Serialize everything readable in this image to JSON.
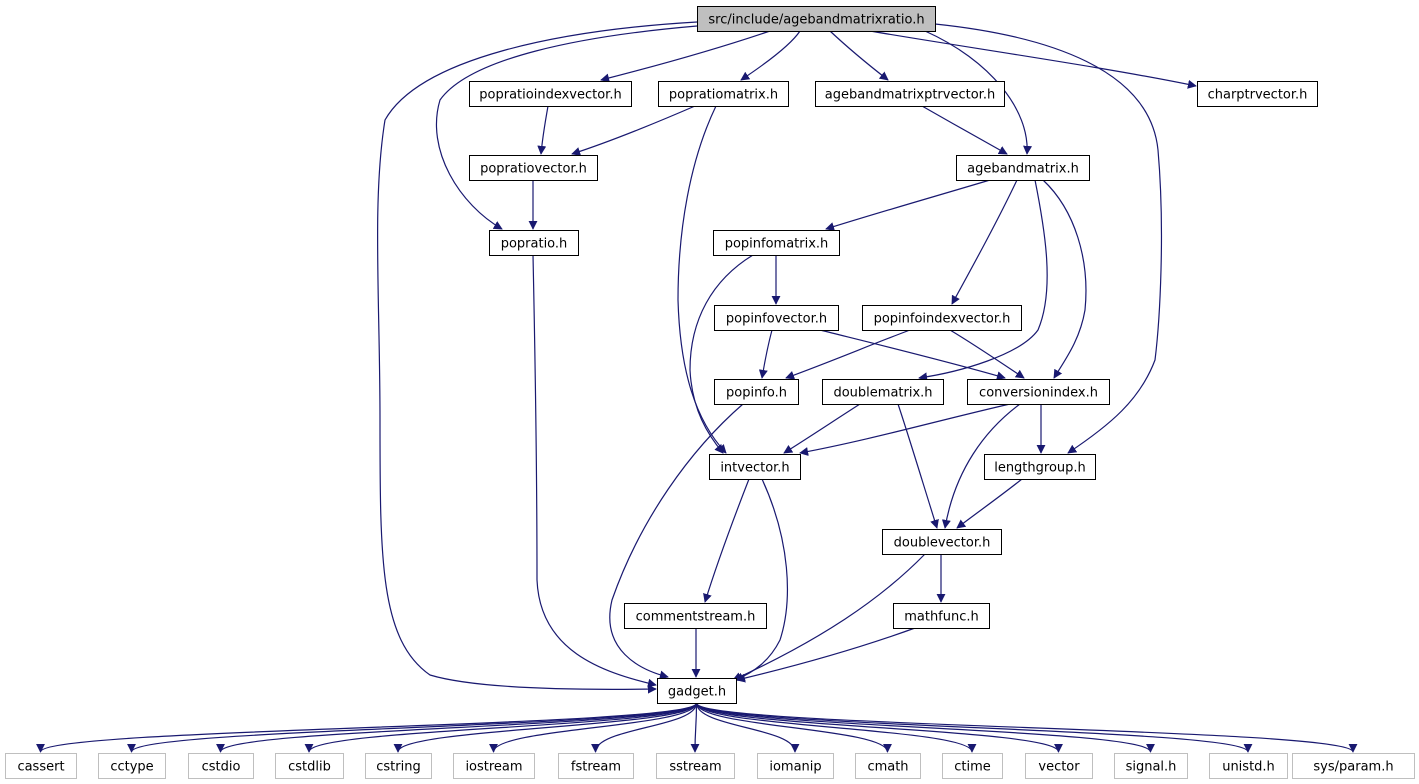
{
  "diagram": {
    "root": {
      "id": "root",
      "label": "src/include/agebandmatrixratio.h",
      "style": "root"
    },
    "nodes": [
      {
        "id": "popratioindexvector",
        "label": "popratioindexvector.h",
        "style": "normal"
      },
      {
        "id": "popratiomatrix",
        "label": "popratiomatrix.h",
        "style": "normal"
      },
      {
        "id": "agebandmatrixptrvector",
        "label": "agebandmatrixptrvector.h",
        "style": "normal"
      },
      {
        "id": "charptrvector",
        "label": "charptrvector.h",
        "style": "normal"
      },
      {
        "id": "popratiovector",
        "label": "popratiovector.h",
        "style": "normal"
      },
      {
        "id": "agebandmatrix",
        "label": "agebandmatrix.h",
        "style": "normal"
      },
      {
        "id": "popratio",
        "label": "popratio.h",
        "style": "normal"
      },
      {
        "id": "popinfomatrix",
        "label": "popinfomatrix.h",
        "style": "normal"
      },
      {
        "id": "popinfovector",
        "label": "popinfovector.h",
        "style": "normal"
      },
      {
        "id": "popinfoindexvector",
        "label": "popinfoindexvector.h",
        "style": "normal"
      },
      {
        "id": "popinfo",
        "label": "popinfo.h",
        "style": "normal"
      },
      {
        "id": "doublematrix",
        "label": "doublematrix.h",
        "style": "normal"
      },
      {
        "id": "conversionindex",
        "label": "conversionindex.h",
        "style": "normal"
      },
      {
        "id": "intvector",
        "label": "intvector.h",
        "style": "normal"
      },
      {
        "id": "lengthgroup",
        "label": "lengthgroup.h",
        "style": "normal"
      },
      {
        "id": "doublevector",
        "label": "doublevector.h",
        "style": "normal"
      },
      {
        "id": "commentstream",
        "label": "commentstream.h",
        "style": "normal"
      },
      {
        "id": "mathfunc",
        "label": "mathfunc.h",
        "style": "normal"
      },
      {
        "id": "gadget",
        "label": "gadget.h",
        "style": "normal"
      },
      {
        "id": "cassert",
        "label": "cassert",
        "style": "system"
      },
      {
        "id": "cctype",
        "label": "cctype",
        "style": "system"
      },
      {
        "id": "cstdio",
        "label": "cstdio",
        "style": "system"
      },
      {
        "id": "cstdlib",
        "label": "cstdlib",
        "style": "system"
      },
      {
        "id": "cstring",
        "label": "cstring",
        "style": "system"
      },
      {
        "id": "iostream",
        "label": "iostream",
        "style": "system"
      },
      {
        "id": "fstream",
        "label": "fstream",
        "style": "system"
      },
      {
        "id": "sstream",
        "label": "sstream",
        "style": "system"
      },
      {
        "id": "iomanip",
        "label": "iomanip",
        "style": "system"
      },
      {
        "id": "cmath",
        "label": "cmath",
        "style": "system"
      },
      {
        "id": "ctime",
        "label": "ctime",
        "style": "system"
      },
      {
        "id": "vector",
        "label": "vector",
        "style": "system"
      },
      {
        "id": "signal",
        "label": "signal.h",
        "style": "system"
      },
      {
        "id": "unistd",
        "label": "unistd.h",
        "style": "system"
      },
      {
        "id": "sysparam",
        "label": "sys/param.h",
        "style": "system"
      }
    ],
    "edges": [
      [
        "root",
        "popratioindexvector"
      ],
      [
        "root",
        "popratiomatrix"
      ],
      [
        "root",
        "agebandmatrixptrvector"
      ],
      [
        "root",
        "charptrvector"
      ],
      [
        "root",
        "agebandmatrix"
      ],
      [
        "root",
        "popratio"
      ],
      [
        "root",
        "lengthgroup"
      ],
      [
        "root",
        "gadget"
      ],
      [
        "popratioindexvector",
        "popratiovector"
      ],
      [
        "popratiomatrix",
        "popratiovector"
      ],
      [
        "popratiomatrix",
        "intvector"
      ],
      [
        "popratiovector",
        "popratio"
      ],
      [
        "agebandmatrixptrvector",
        "agebandmatrix"
      ],
      [
        "agebandmatrix",
        "popinfomatrix"
      ],
      [
        "agebandmatrix",
        "popinfoindexvector"
      ],
      [
        "agebandmatrix",
        "doublematrix"
      ],
      [
        "agebandmatrix",
        "conversionindex"
      ],
      [
        "popratio",
        "gadget"
      ],
      [
        "popinfomatrix",
        "popinfovector"
      ],
      [
        "popinfomatrix",
        "intvector"
      ],
      [
        "popinfovector",
        "popinfo"
      ],
      [
        "popinfovector",
        "conversionindex"
      ],
      [
        "popinfoindexvector",
        "popinfo"
      ],
      [
        "popinfoindexvector",
        "conversionindex"
      ],
      [
        "popinfo",
        "gadget"
      ],
      [
        "doublematrix",
        "intvector"
      ],
      [
        "doublematrix",
        "doublevector"
      ],
      [
        "conversionindex",
        "intvector"
      ],
      [
        "conversionindex",
        "lengthgroup"
      ],
      [
        "conversionindex",
        "doublevector"
      ],
      [
        "intvector",
        "commentstream"
      ],
      [
        "intvector",
        "gadget"
      ],
      [
        "lengthgroup",
        "doublevector"
      ],
      [
        "doublevector",
        "mathfunc"
      ],
      [
        "doublevector",
        "gadget"
      ],
      [
        "commentstream",
        "gadget"
      ],
      [
        "mathfunc",
        "gadget"
      ],
      [
        "gadget",
        "cassert"
      ],
      [
        "gadget",
        "cctype"
      ],
      [
        "gadget",
        "cstdio"
      ],
      [
        "gadget",
        "cstdlib"
      ],
      [
        "gadget",
        "cstring"
      ],
      [
        "gadget",
        "iostream"
      ],
      [
        "gadget",
        "fstream"
      ],
      [
        "gadget",
        "sstream"
      ],
      [
        "gadget",
        "iomanip"
      ],
      [
        "gadget",
        "cmath"
      ],
      [
        "gadget",
        "ctime"
      ],
      [
        "gadget",
        "vector"
      ],
      [
        "gadget",
        "signal"
      ],
      [
        "gadget",
        "unistd"
      ],
      [
        "gadget",
        "sysparam"
      ]
    ]
  },
  "colors": {
    "edge": "#191970",
    "root_fill": "#bfbfbf",
    "node_border": "#000000",
    "system_border": "#bfbfbf",
    "system_text": "#000000"
  }
}
